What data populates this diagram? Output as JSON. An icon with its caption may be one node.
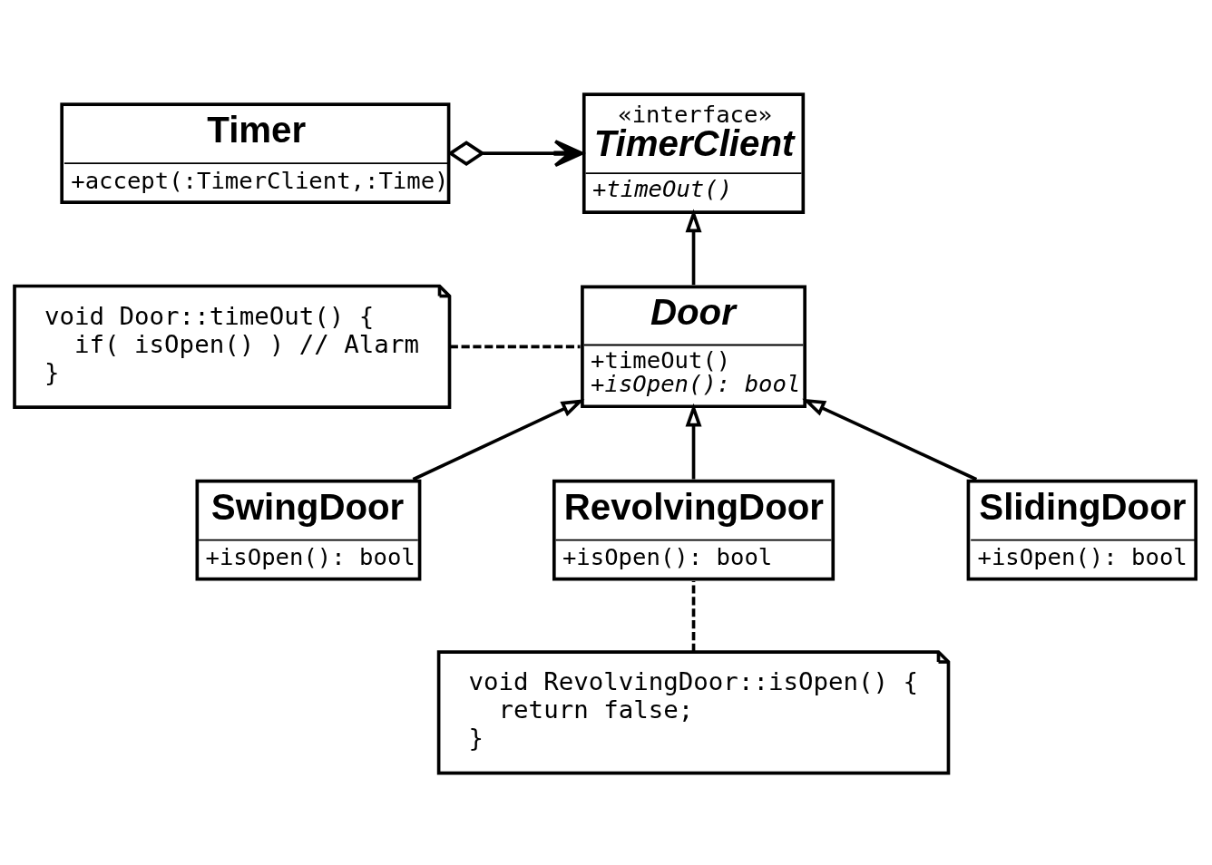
{
  "diagram": {
    "nodes": [
      {
        "text": [
          "Timer",
          "+accept(:TimerClient,:Time)"
        ]
      },
      {
        "text": [
          "«interface»",
          "TimerClient",
          "+timeOut()"
        ]
      },
      {
        "text": [
          "void Door::timeOut() {",
          "if( isOpen() ) // Alarm",
          "}"
        ]
      },
      {
        "text": [
          "Door",
          "+timeOut()",
          "+isOpen(): bool"
        ]
      },
      {
        "text": [
          "SwingDoor",
          "+isOpen(): bool"
        ]
      },
      {
        "text": [
          "RevolvingDoor",
          "+isOpen(): bool"
        ]
      },
      {
        "text": [
          "SlidingDoor",
          "+isOpen(): bool"
        ]
      },
      {
        "text": [
          "void RevolvingDoor::isOpen() {",
          "return false;",
          "}"
        ]
      }
    ],
    "edges": [
      {
        "from": 0,
        "to": 1,
        "arrow": "to"
      },
      {
        "from": 3,
        "to": 1,
        "arrow": "to"
      },
      {
        "from": 2,
        "to": 3,
        "arrow": "none",
        "style": "dashed"
      },
      {
        "from": 4,
        "to": 3,
        "arrow": "to"
      },
      {
        "from": 5,
        "to": 3,
        "arrow": "to"
      },
      {
        "from": 6,
        "to": 3,
        "arrow": "to"
      },
      {
        "from": 7,
        "to": 5,
        "arrow": "none",
        "style": "dashed"
      }
    ]
  }
}
